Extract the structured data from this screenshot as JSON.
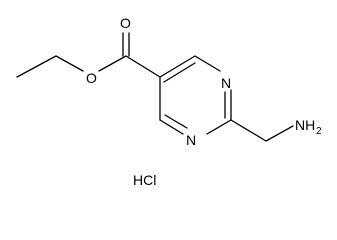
{
  "structure": {
    "atoms": {
      "carbonyl_oxygen": "O",
      "ester_oxygen": "O",
      "ring_nitrogen_top": "N",
      "ring_nitrogen_bottom": "N",
      "amine_group": "NH",
      "amine_subscript": "2"
    },
    "salt": "HCl"
  }
}
